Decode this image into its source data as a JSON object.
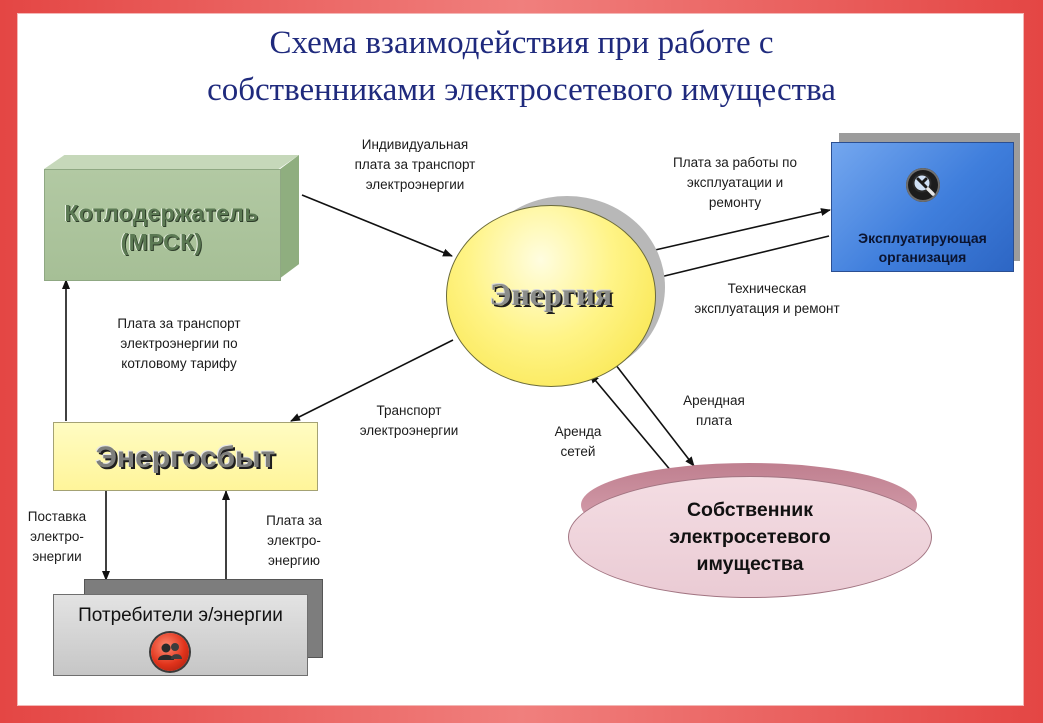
{
  "title": {
    "line1": "Схема взаимодействия при работе с",
    "line2": "собственниками электросетевого имущества"
  },
  "nodes": {
    "kotlo": {
      "line1": "Котлодержатель",
      "line2": "(МРСК)"
    },
    "energy": {
      "label": "Энергия"
    },
    "operator": {
      "line1": "Эксплуатирующая",
      "line2": "организация",
      "icon": "wrench-magnifier-icon"
    },
    "sbyt": {
      "label": "Энергосбыт"
    },
    "consumers": {
      "label": "Потребители э/энергии",
      "icon": "users-icon"
    },
    "owner": {
      "line1": "Собственник",
      "line2": "электросетевого",
      "line3": "имущества"
    }
  },
  "edge_labels": {
    "individual_fee": [
      "Индивидуальная",
      "плата за транспорт",
      "электроэнергии"
    ],
    "ops_payment": [
      "Плата за работы по",
      "эксплуатации и",
      "ремонту"
    ],
    "tech_ops": [
      "Техническая",
      "эксплуатация и ремонт"
    ],
    "boiler_tariff": [
      "Плата за транспорт",
      "электроэнергии по",
      "котловому тарифу"
    ],
    "transport": [
      "Транспорт",
      "электроэнергии"
    ],
    "network_rent": [
      "Аренда",
      "сетей"
    ],
    "rent_fee": [
      "Арендная",
      "плата"
    ],
    "supply": [
      "Поставка",
      "электро-",
      "энергии"
    ],
    "energy_payment": [
      "Плата за",
      "электро-",
      "энергию"
    ]
  }
}
